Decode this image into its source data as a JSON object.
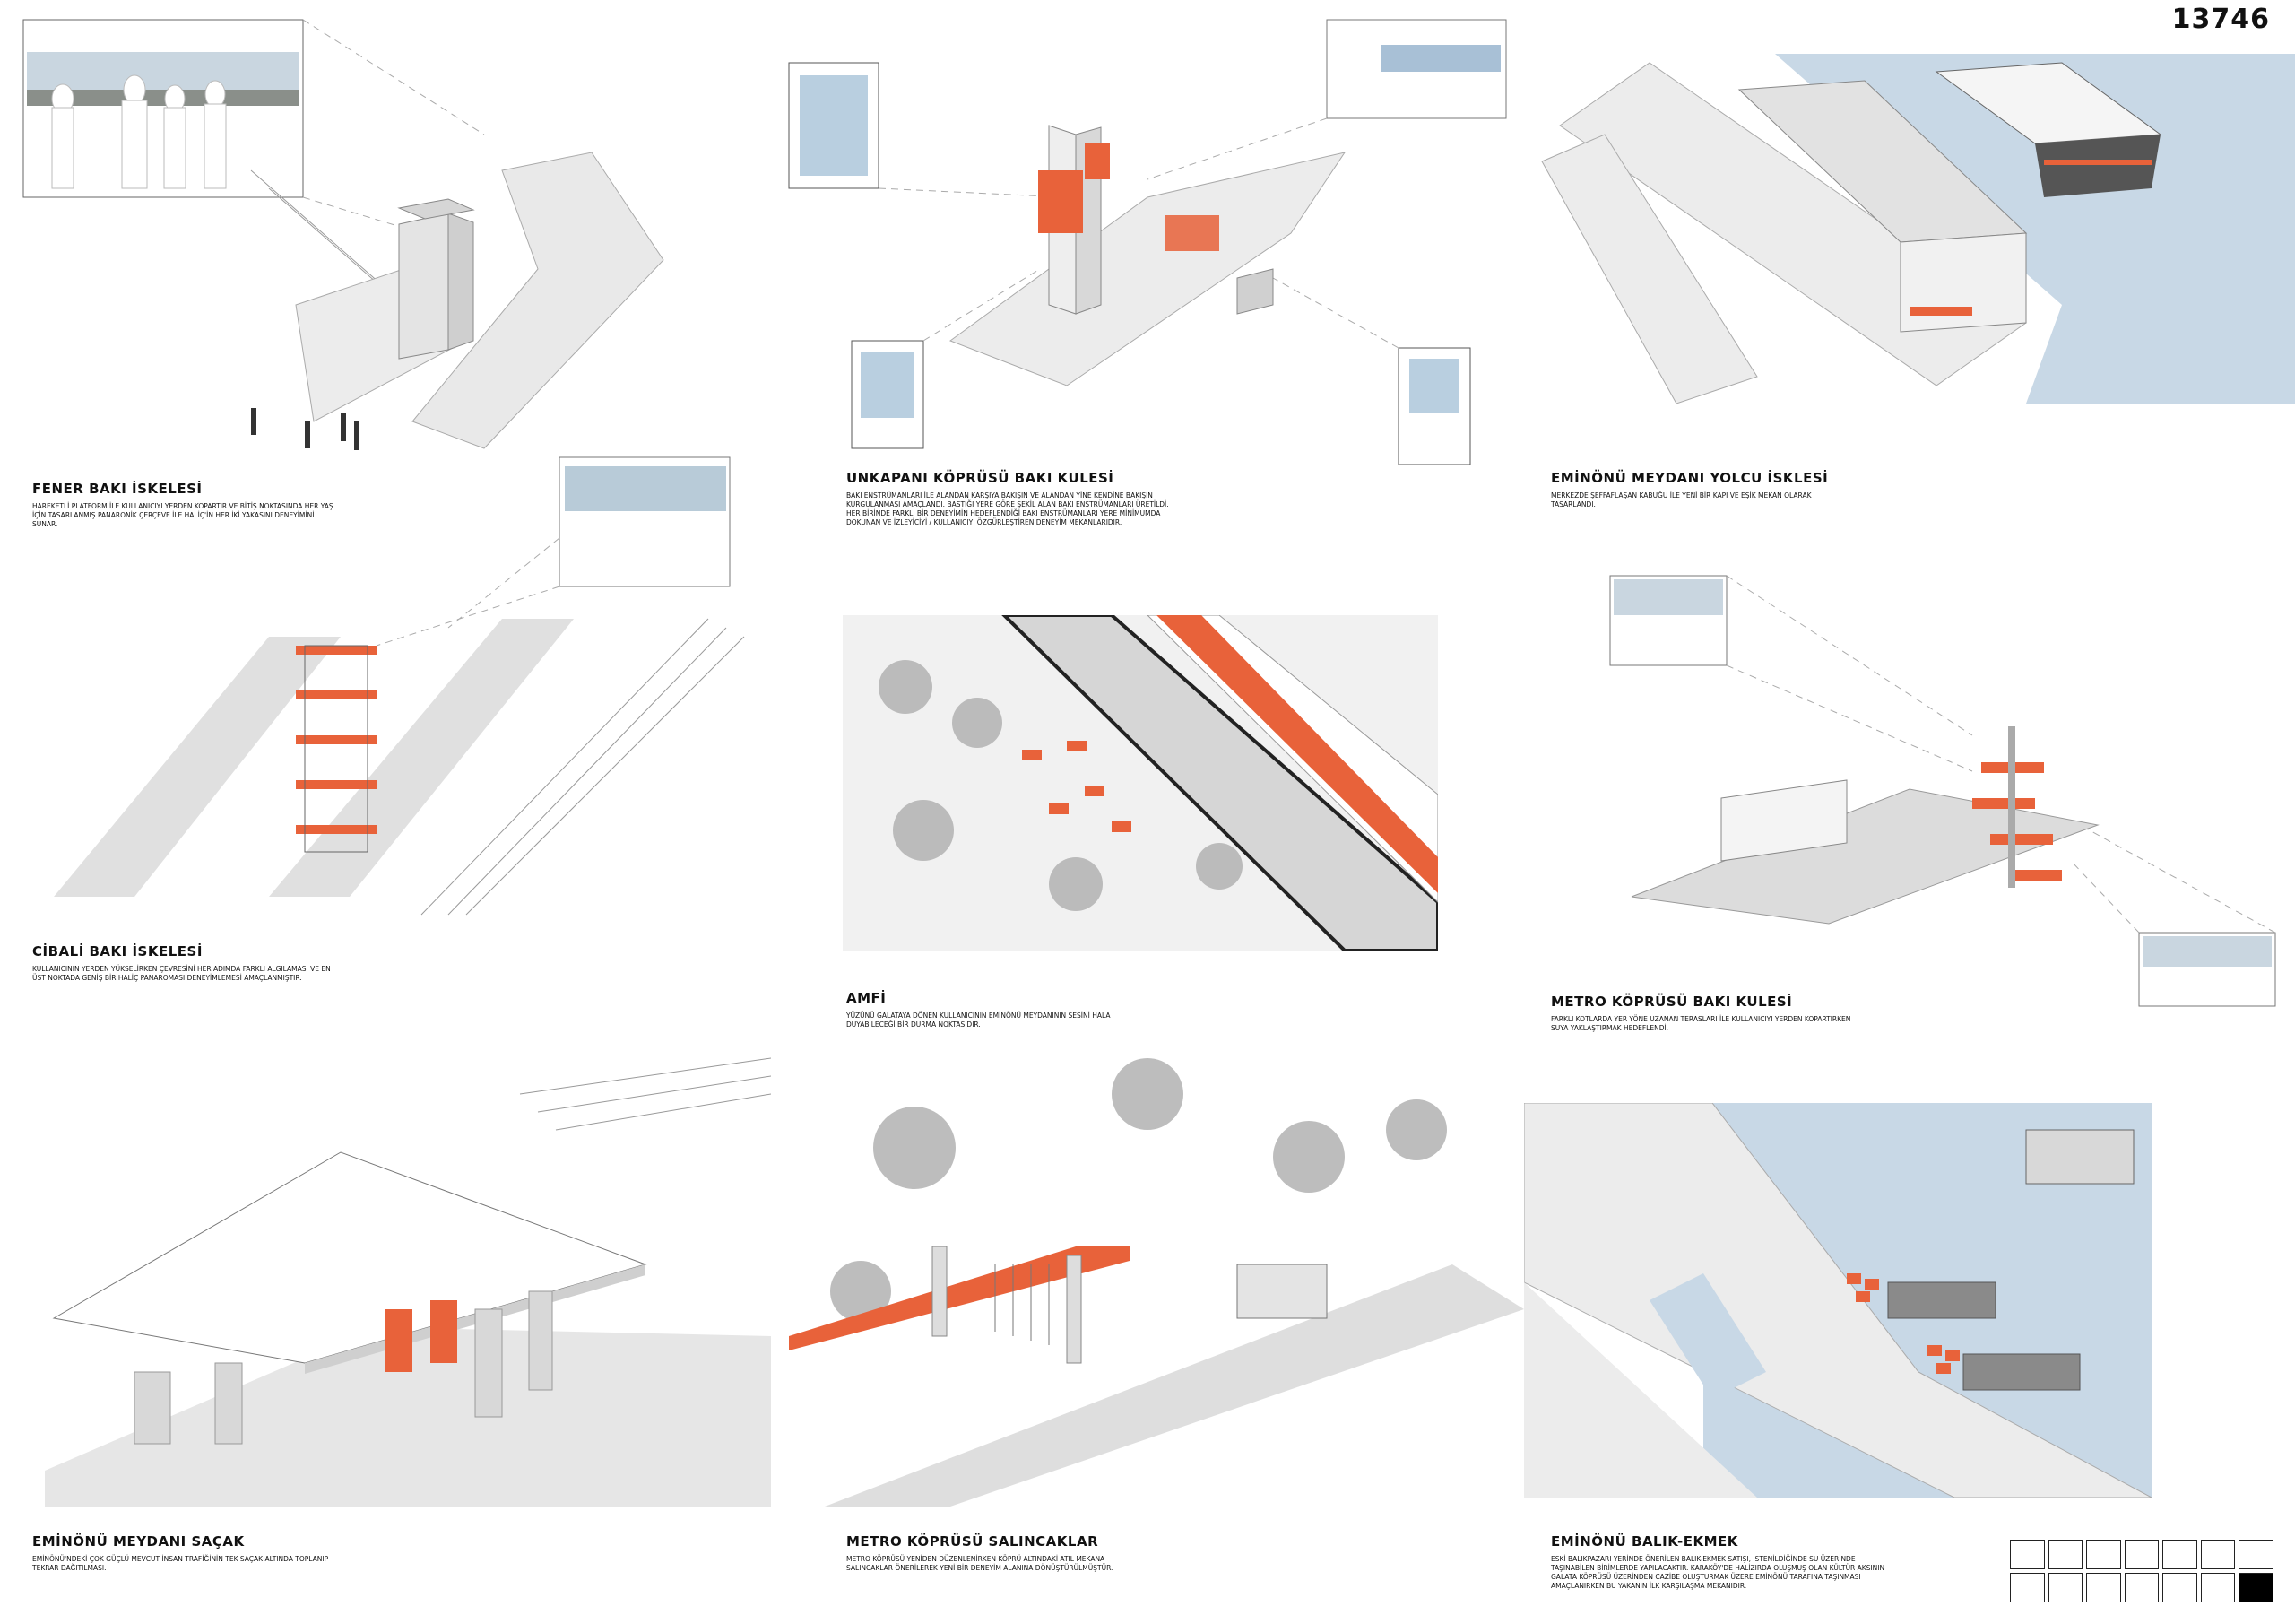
{
  "sheet_number": "13746",
  "accent_color": "#e8623a",
  "water_color": "#c8d8e6",
  "panels": [
    {
      "title": "FENER BAKI İSKELESİ",
      "text": "HAREKETLİ PLATFORM İLE KULLANICIYI YERDEN KOPARTIR VE BİTİŞ NOKTASINDA HER YAŞ İÇİN TASARLANMIŞ PANARONİK ÇERÇEVE İLE HALİÇ'İN HER İKİ YAKASINI DENEYİMİNİ SUNAR."
    },
    {
      "title": "UNKAPANI KÖPRÜSÜ BAKI KULESİ",
      "text": "BAKI ENSTRÜMANLARI İLE ALANDAN KARŞIYA BAKIŞIN VE ALANDAN YİNE KENDİNE BAKIŞIN KURGULANMASI AMAÇLANDI. BASTIĞI YERE GÖRE ŞEKİL ALAN BAKI ENSTRÜMANLARI ÜRETİLDİ. HER BİRİNDE FARKLI BİR DENEYİMİN HEDEFLENDİĞİ BAKI ENSTRÜMANLARI YERE MİNİMUMDA DOKUNAN VE İZLEYİCİYİ / KULLANICIYI ÖZGÜRLEŞTİREN DENEYİM MEKANLARIDIR."
    },
    {
      "title": "EMİNÖNÜ MEYDANI YOLCU İSKLESİ",
      "text": "MERKEZDE ŞEFFAFLAŞAN KABUĞU İLE YENİ BİR KAPI VE EŞİK MEKAN OLARAK TASARLANDI."
    },
    {
      "title": "CİBALİ BAKI İSKELESİ",
      "text": "KULLANICININ YERDEN YÜKSELİRKEN ÇEVRESİNİ HER ADIMDA FARKLI ALGILAMASI VE EN ÜST NOKTADA GENİŞ BİR HALİÇ PANAROMASI DENEYİMLEMESİ AMAÇLANMIŞTIR."
    },
    {
      "title": "AMFİ",
      "text": "YÜZÜNÜ GALATAYA DÖNEN KULLANICININ EMİNÖNÜ MEYDANININ SESİNİ HALA DUYABİLECEĞİ BİR DURMA NOKTASIDIR."
    },
    {
      "title": "METRO KÖPRÜSÜ BAKI KULESİ",
      "text": "FARKLI KOTLARDA YER YÖNE UZANAN TERASLARI İLE KULLANICIYI YERDEN KOPARTIRKEN SUYA YAKLAŞTIRMAK HEDEFLENDİ."
    },
    {
      "title": "EMİNÖNÜ MEYDANI SAÇAK",
      "text": "EMİNÖNÜ'NDEKİ ÇOK GÜÇLÜ MEVCUT İNSAN TRAFİĞİNİN TEK SAÇAK ALTINDA TOPLANIP TEKRAR DAĞITILMASI."
    },
    {
      "title": "METRO KÖPRÜSÜ SALINCAKLAR",
      "text": "METRO KÖPRÜSÜ YENİDEN DÜZENLENİRKEN KÖPRÜ ALTINDAKİ ATIL MEKANA SALINCAKLAR ÖNERİLEREK YENİ BİR DENEYİM ALANINA DÖNÜŞTÜRÜLMÜŞTÜR."
    },
    {
      "title": "EMİNÖNÜ BALIK-EKMEK",
      "text": "ESKİ BALIKPAZARI YERİNDE ÖNERİLEN BALIK-EKMEK SATIŞI, İSTENİLDİĞİNDE SU ÜZERİNDE TAŞINABİLEN BİRİMLERDE YAPILACAKTIR. KARAKÖY'DE HALİZIRDA OLUŞMUŞ OLAN KÜLTÜR AKSININ GALATA KÖPRÜSÜ ÜZERİNDEN CAZİBE OLUŞTURMAK ÜZERE EMİNÖNÜ TARAFINA TAŞINMASI AMAÇLANIRKEN BU YAKANIN İLK KARŞILAŞMA MEKANIDIR."
    }
  ],
  "sheet_index": {
    "filled_cell": 13
  }
}
